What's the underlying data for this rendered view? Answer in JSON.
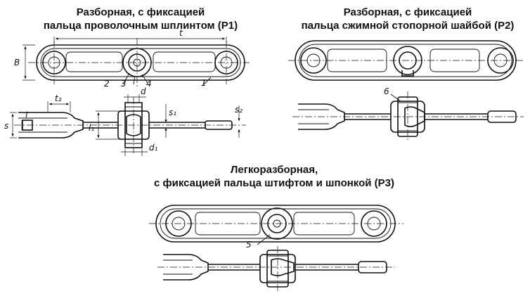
{
  "titles": {
    "p1_line1": "Разборная, с фиксацией",
    "p1_line2": "пальца проволочным шплинтом (Р1)",
    "p2_line1": "Разборная, с фиксацией",
    "p2_line2": "пальца сжимной стопорной шайбой (Р2)",
    "p3_line1": "Легкоразборная,",
    "p3_line2": "с фиксацией пальца штифтом и шпонкой (Р3)"
  },
  "labels": {
    "B": "B",
    "t_top": "t",
    "n1": "1",
    "n2": "2",
    "n3": "3",
    "n4": "4",
    "n5": "5",
    "n6": "6",
    "d": "d",
    "d1": "d₁",
    "t2": "t₂",
    "s": "s",
    "l": "l",
    "l1": "l₁",
    "s1": "s₁",
    "s2": "s₂"
  }
}
